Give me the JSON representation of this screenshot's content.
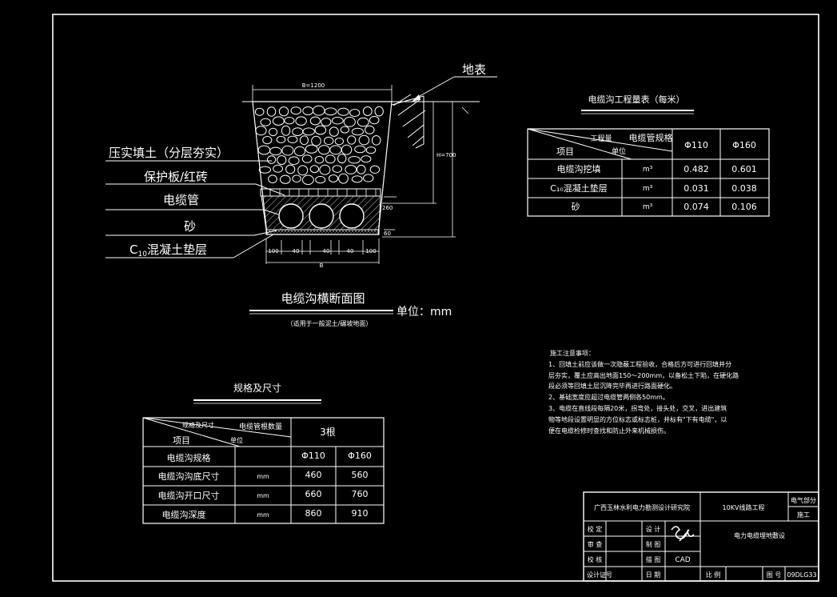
{
  "labels": {
    "ground": "地表",
    "fill": "压实填土（分层夯实）",
    "protect": "保护板/红砖",
    "cable_pipe": "电缆管",
    "sand": "砂",
    "c10_sub": "10",
    "c10_rest": "混凝土垫层"
  },
  "dims": {
    "top_width": "B=1200",
    "depth": "H=700",
    "bottom": "B",
    "s40a": "40",
    "s40b": "40",
    "s40c": "40",
    "s100a": "100",
    "s100b": "100",
    "d260": "260",
    "d60": "60"
  },
  "section_title": "电缆沟横断面图",
  "unit": "单位：mm",
  "subtitle": "（适用于一般泥土/碾坡地面）",
  "qty_table": {
    "title": "电缆沟工程量表（每米）",
    "hdr_spec": "电缆管规格",
    "hdr_qty": "工程量",
    "hdr_item": "项目",
    "hdr_unit": "单位",
    "col1": "Φ110",
    "col2": "Φ160",
    "rows": [
      {
        "item": "电缆沟挖填",
        "unit": "m³",
        "v1": "0.482",
        "v2": "0.601"
      },
      {
        "item": "C₁₀混凝土垫层",
        "unit": "m³",
        "v1": "0.031",
        "v2": "0.038"
      },
      {
        "item": "砂",
        "unit": "m³",
        "v1": "0.074",
        "v2": "0.106"
      }
    ]
  },
  "notes": {
    "title": "施工注意事项：",
    "lines": [
      "1、回填土前应该做一次隐蔽工程验收，合格后方可进行回填并分",
      "层夯实，覆土应高出地面150～200mm，以备松土下陷，在硬化路",
      "段必须等回填土层沉降完毕再进行路面硬化。",
      "2、基础宽度应超过电缆管两侧各50mm。",
      "3、电缆在直线段每隔20米，拐弯处，接头处，交叉，进出建筑",
      "物等地段设置明显的方位标志或标志桩，并标有\"下有电缆\"，以",
      "便在电缆检修时查找和防止外来机械损伤。"
    ]
  },
  "spec_table": {
    "title": "规格及尺寸",
    "hdr_count": "电缆管根数量",
    "hdr_dim": "规格及尺寸",
    "hdr_item": "项目",
    "hdr_unit": "单位",
    "count_value": "3根",
    "rows": [
      {
        "item": "电缆沟规格",
        "unit": "",
        "v1": "Φ110",
        "v2": "Φ160"
      },
      {
        "item": "电缆沟沟底尺寸",
        "unit": "mm",
        "v1": "460",
        "v2": "560"
      },
      {
        "item": "电缆沟开口尺寸",
        "unit": "mm",
        "v1": "660",
        "v2": "760"
      },
      {
        "item": "电缆沟深度",
        "unit": "mm",
        "v1": "860",
        "v2": "910"
      }
    ]
  },
  "title_block": {
    "org": "广西玉林水利电力勘测设计研究院",
    "project": "10KV线路工程",
    "dept": "电气部分",
    "stage": "施工",
    "drawing_name": "电力电缆埋地敷设",
    "check": "校 定",
    "design": "设 计",
    "review": "审 查",
    "draw": "制 图",
    "proof": "校 核",
    "trace": "描 图",
    "cad": "CAD",
    "cert": "设计证号",
    "date": "日 期",
    "scale": "比 例",
    "drawing_no_label": "图 号",
    "drawing_no": "09DLG33"
  }
}
